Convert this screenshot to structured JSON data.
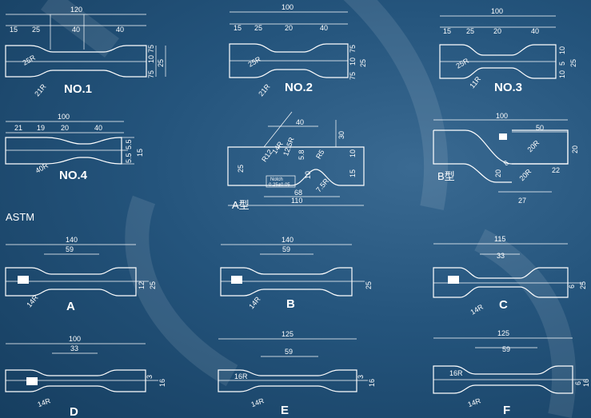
{
  "section_heading": "ASTM",
  "no1": {
    "label": "NO.1",
    "total": "120",
    "d1": "15",
    "d2": "25",
    "d3": "40",
    "d4": "40",
    "w1": "10",
    "w2": "75",
    "w3": "25",
    "w4": "75",
    "r1": "25R",
    "r2": "21R"
  },
  "no2": {
    "label": "NO.2",
    "total": "100",
    "d1": "15",
    "d2": "25",
    "d3": "20",
    "d4": "40",
    "w1": "10",
    "w2": "75",
    "w3": "25",
    "w4": "75",
    "r1": "25R",
    "r2": "21R"
  },
  "no3": {
    "label": "NO.3",
    "total": "100",
    "d1": "15",
    "d2": "25",
    "d3": "20",
    "d4": "40",
    "w1": "10",
    "w2": "5",
    "w3": "25",
    "w4": "10",
    "r1": "25R",
    "r2": "11R"
  },
  "no4": {
    "label": "NO.4",
    "total": "100",
    "d1": "21",
    "d2": "19",
    "d3": "20",
    "d4": "40",
    "w1": "5.5",
    "w2": "5.5",
    "w3": "15",
    "r1": "40R"
  },
  "typeA": {
    "label": "A型",
    "d40": "40",
    "d30": "30",
    "r1": "R12",
    "r2": "14R",
    "r3": "12.5R",
    "r4": "5.8",
    "r5": "R5",
    "d25": "25",
    "d10": "10",
    "d15": "15",
    "d10b": "10",
    "notch": "Notch",
    "notch_r": "0.25±0.05",
    "d68": "68",
    "d110": "110",
    "r6": "7.5R"
  },
  "typeB": {
    "label": "B型",
    "total": "100",
    "d50": "50",
    "r1": "20R",
    "r2": "20R",
    "d20": "20",
    "d20b": "20",
    "d22": "22",
    "d27": "27",
    "d8": "8"
  },
  "A": {
    "label": "A",
    "total": "140",
    "gauge": "59",
    "w1": "12",
    "w2": "25",
    "r": "14R"
  },
  "B": {
    "label": "B",
    "total": "140",
    "gauge": "59",
    "w1": "25",
    "r": "14R"
  },
  "C": {
    "label": "C",
    "total": "115",
    "gauge": "33",
    "w1": "6",
    "w2": "25",
    "r": "14R"
  },
  "D": {
    "label": "D",
    "total": "100",
    "gauge": "33",
    "w1": "3",
    "w2": "16",
    "r": "14R"
  },
  "E": {
    "label": "E",
    "total": "125",
    "gauge": "59",
    "w1": "3",
    "w2": "16",
    "r": "16R",
    "r2": "14R"
  },
  "F": {
    "label": "F",
    "total": "125",
    "gauge": "59",
    "w1": "6",
    "w2": "16",
    "r": "16R",
    "r2": "14R"
  }
}
